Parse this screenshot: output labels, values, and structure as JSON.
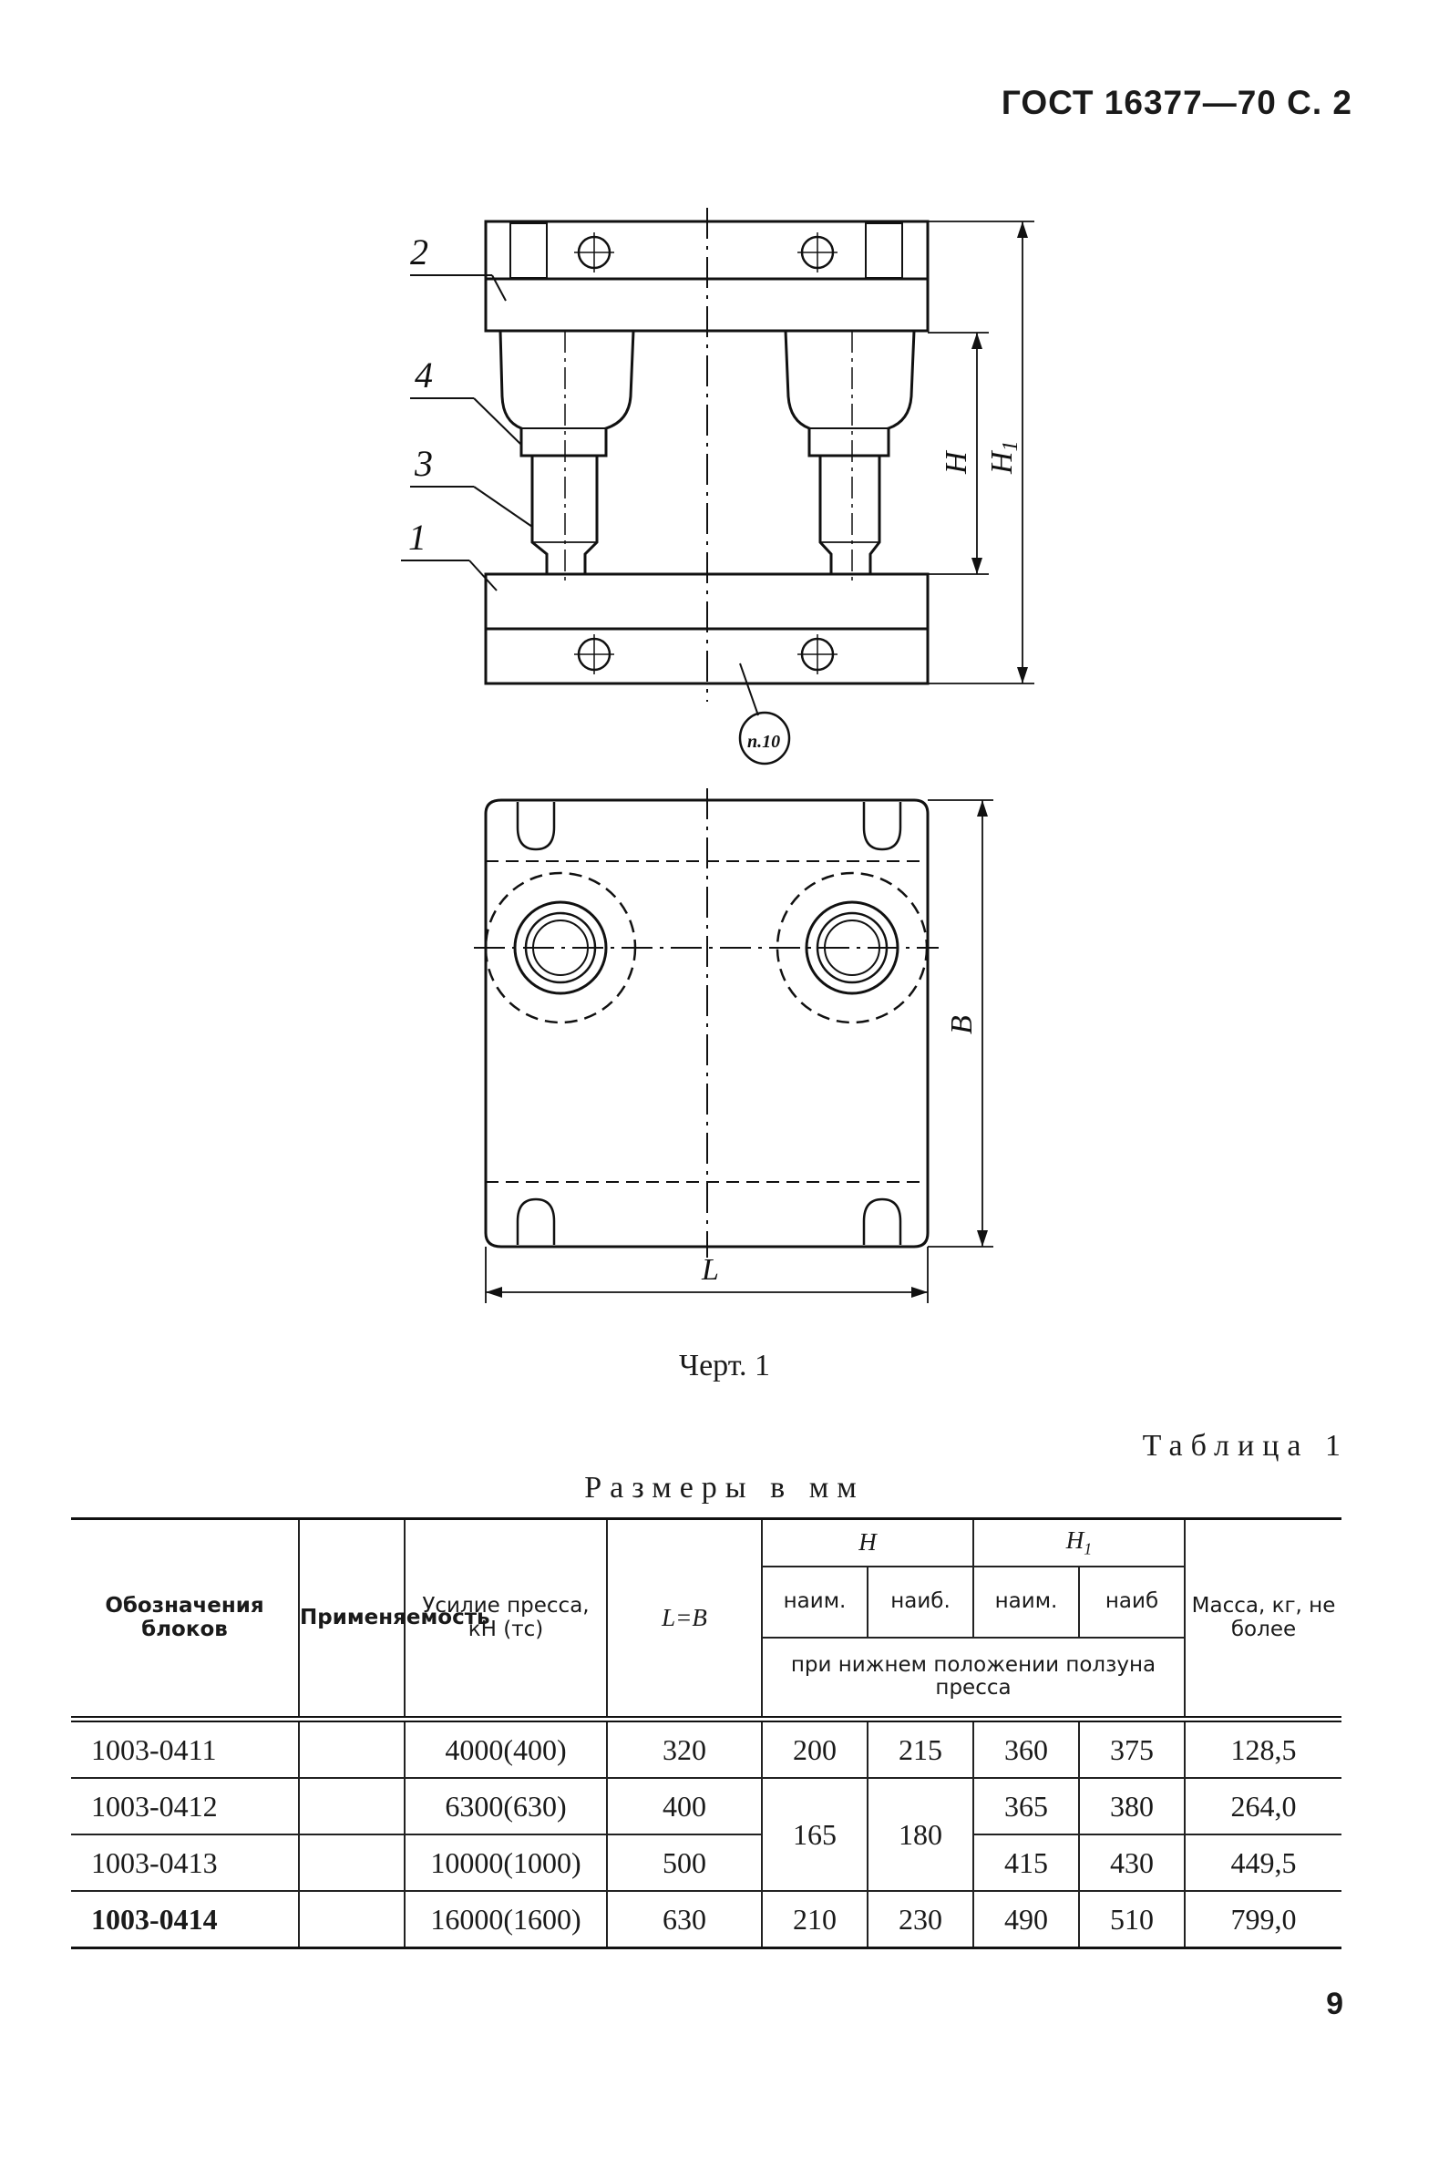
{
  "header": {
    "text": "ГОСТ 16377—70 С. 2"
  },
  "drawing": {
    "callouts": [
      "2",
      "4",
      "3",
      "1"
    ],
    "dim_h": "H",
    "dim_h1": "H",
    "dim_h1_sub": "1",
    "dim_b": "B",
    "dim_l": "L",
    "ref_mark": "п.10"
  },
  "caption": "Черт. 1",
  "table": {
    "title": "Таблица 1",
    "units": "Размеры в мм",
    "headers": {
      "designation": "Обозначения блоков",
      "applicability": "Применяемость",
      "force": "Усилие пресса, кН (тс)",
      "lb": "L=B",
      "h": "H",
      "h1": "H",
      "h1_sub": "1",
      "min": "наим.",
      "max": "наиб.",
      "max_h1": "наиб",
      "slide_note": "при нижнем положении ползуна пресса",
      "mass": "Масса, кг, не более"
    },
    "rows": [
      {
        "designation": "1003-0411",
        "force": "4000(400)",
        "lb": "320",
        "h_min": "200",
        "h_max": "215",
        "h1_min": "360",
        "h1_max": "375",
        "mass": "128,5"
      },
      {
        "designation": "1003-0412",
        "force": "6300(630)",
        "lb": "400",
        "h_min": "165",
        "h_max": "180",
        "h1_min": "365",
        "h1_max": "380",
        "mass": "264,0"
      },
      {
        "designation": "1003-0413",
        "force": "10000(1000)",
        "lb": "500",
        "h1_min": "415",
        "h1_max": "430",
        "mass": "449,5"
      },
      {
        "designation": "1003-0414",
        "force": "16000(1600)",
        "lb": "630",
        "h_min": "210",
        "h_max": "230",
        "h1_min": "490",
        "h1_max": "510",
        "mass": "799,0"
      }
    ]
  },
  "page_number": "9"
}
